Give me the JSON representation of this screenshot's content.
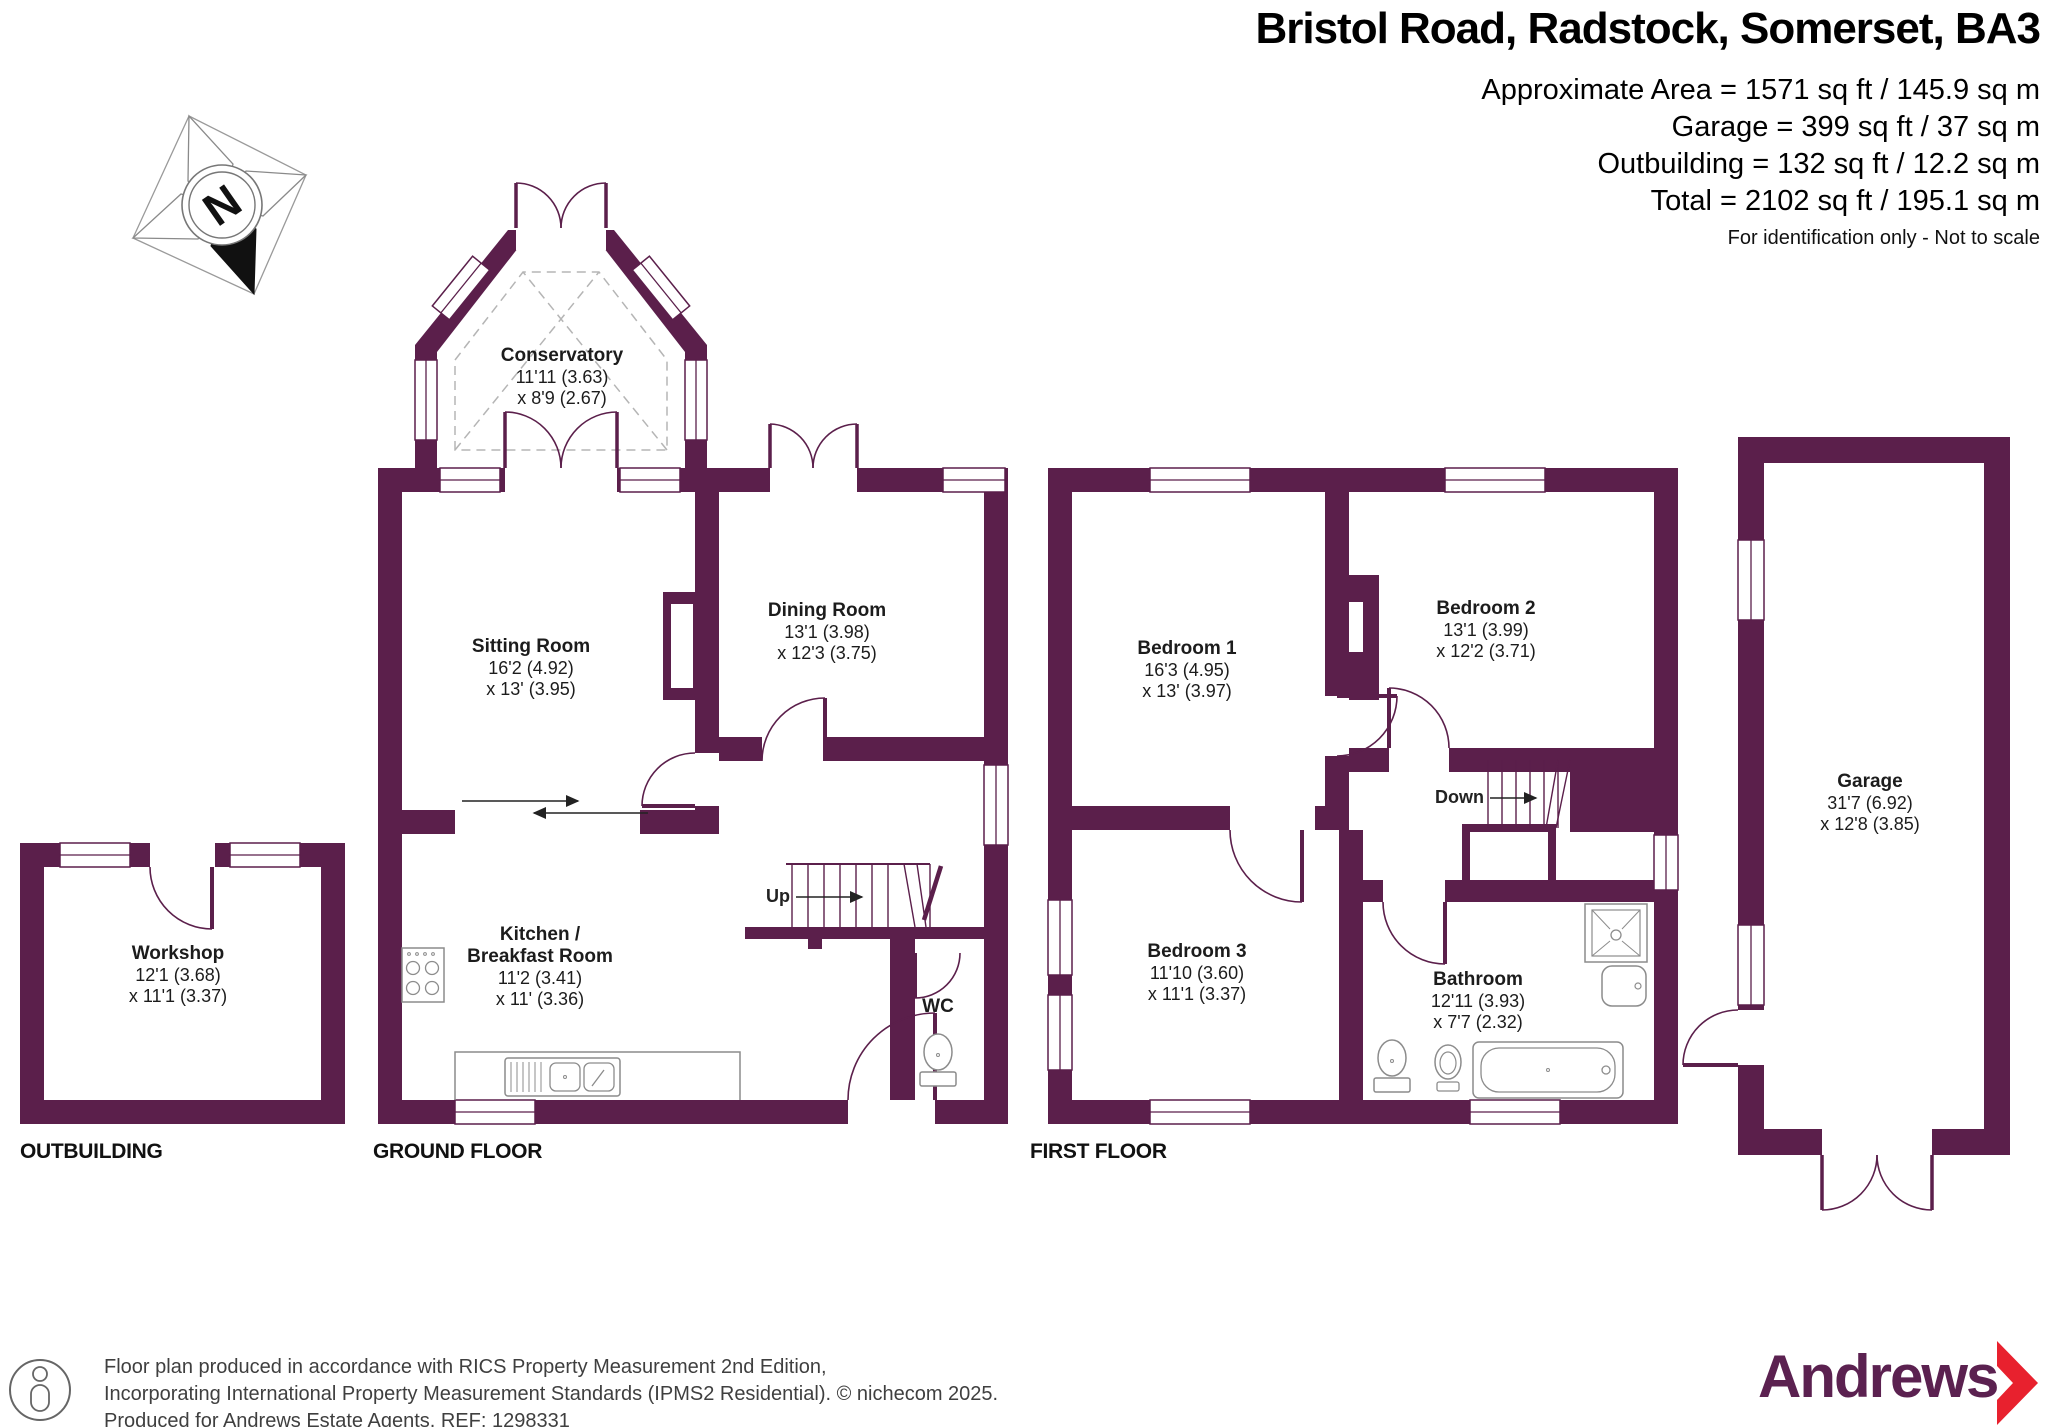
{
  "header": {
    "title": "Bristol Road, Radstock, Somerset, BA3",
    "area_lines": [
      "Approximate Area = 1571 sq ft / 145.9 sq m",
      "Garage = 399 sq ft / 37 sq m",
      "Outbuilding = 132 sq ft / 12.2 sq m",
      "Total = 2102 sq ft / 195.1 sq m"
    ],
    "disclaimer": "For identification only - Not to scale"
  },
  "compass": {
    "north_label": "N"
  },
  "rooms": {
    "conservatory": {
      "name": "Conservatory",
      "dim1": "11'11 (3.63)",
      "dim2": "x 8'9 (2.67)"
    },
    "sitting_room": {
      "name": "Sitting Room",
      "dim1": "16'2 (4.92)",
      "dim2": "x 13' (3.95)"
    },
    "dining_room": {
      "name": "Dining Room",
      "dim1": "13'1 (3.98)",
      "dim2": "x 12'3 (3.75)"
    },
    "kitchen": {
      "name_line1": "Kitchen /",
      "name_line2": "Breakfast Room",
      "dim1": "11'2 (3.41)",
      "dim2": "x 11' (3.36)"
    },
    "wc": {
      "name": "WC"
    },
    "bedroom1": {
      "name": "Bedroom 1",
      "dim1": "16'3 (4.95)",
      "dim2": "x 13' (3.97)"
    },
    "bedroom2": {
      "name": "Bedroom 2",
      "dim1": "13'1 (3.99)",
      "dim2": "x 12'2 (3.71)"
    },
    "bedroom3": {
      "name": "Bedroom 3",
      "dim1": "11'10 (3.60)",
      "dim2": "x 11'1 (3.37)"
    },
    "bathroom": {
      "name": "Bathroom",
      "dim1": "12'11 (3.93)",
      "dim2": "x 7'7 (2.32)"
    },
    "garage": {
      "name": "Garage",
      "dim1": "31'7 (6.92)",
      "dim2": "x 12'8 (3.85)"
    },
    "workshop": {
      "name": "Workshop",
      "dim1": "12'1 (3.68)",
      "dim2": "x 11'1 (3.37)"
    }
  },
  "stairs": {
    "up_label": "Up",
    "down_label": "Down"
  },
  "floor_labels": {
    "outbuilding": "OUTBUILDING",
    "ground": "GROUND FLOOR",
    "first": "FIRST FLOOR"
  },
  "footer": {
    "line1": "Floor plan produced in accordance with RICS Property Measurement 2nd Edition,",
    "line2": "Incorporating International Property Measurement Standards (IPMS2 Residential). © nichecom 2025.",
    "line3": "Produced for Andrews Estate Agents. REF: 1298331"
  },
  "logo": {
    "brand": "Andrews"
  },
  "colors": {
    "wall": "#5B1F4B",
    "fixture_gray": "#8C8C8C",
    "logo_purple": "#5B2150",
    "logo_red": "#E8212E"
  }
}
